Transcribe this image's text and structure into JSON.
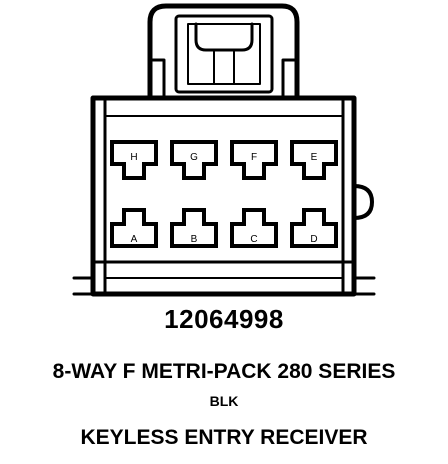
{
  "connector": {
    "part_number": "12064998",
    "description": "8-WAY F METRI-PACK 280 SERIES",
    "color_code": "BLK",
    "device_name": "KEYLESS ENTRY RECEIVER",
    "pins_top_row": [
      "H",
      "G",
      "F",
      "E"
    ],
    "pins_bottom_row": [
      "A",
      "B",
      "C",
      "D"
    ],
    "line_color": "#000000",
    "background_color": "#ffffff"
  }
}
